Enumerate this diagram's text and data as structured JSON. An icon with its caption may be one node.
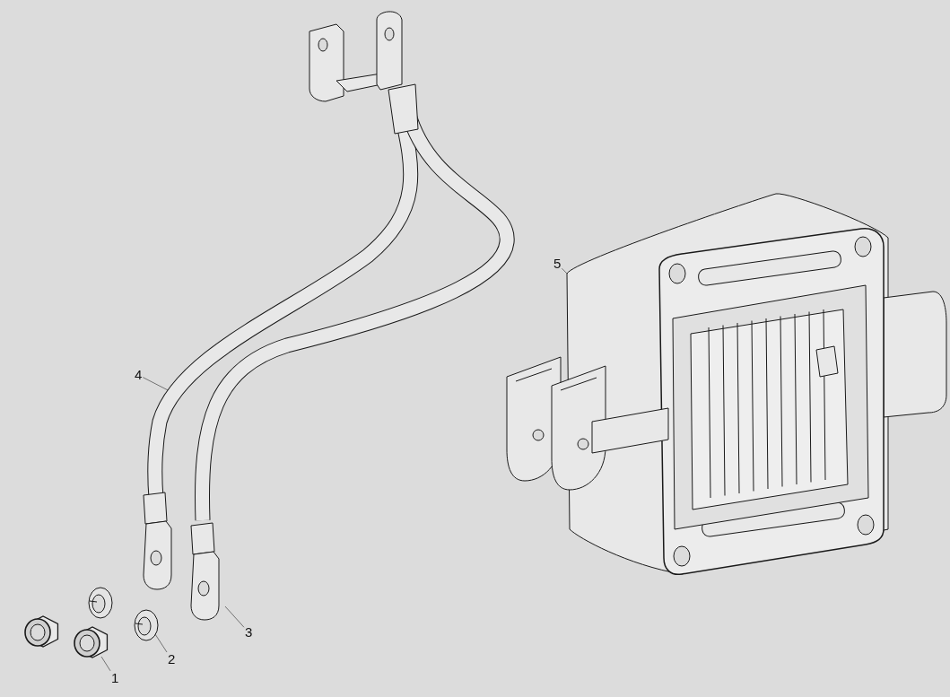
{
  "diagram": {
    "nodes": [
      {
        "text": [
          "1"
        ]
      },
      {
        "text": [
          "2"
        ]
      },
      {
        "text": [
          "3"
        ]
      },
      {
        "text": [
          "4"
        ]
      },
      {
        "text": [
          "5"
        ]
      },
      {
        "text": [],
        "shape": "picture"
      },
      {
        "text": [],
        "shape": "picture"
      },
      {
        "text": [],
        "shape": "picture"
      },
      {
        "text": [],
        "shape": "picture"
      },
      {
        "text": [],
        "shape": "picture"
      }
    ],
    "edges": [
      {
        "from": 0,
        "to": 5,
        "arrow": "none"
      },
      {
        "from": 1,
        "to": 6,
        "arrow": "none"
      },
      {
        "from": 2,
        "to": 7,
        "arrow": "none"
      },
      {
        "from": 3,
        "to": 8,
        "arrow": "none"
      },
      {
        "from": 4,
        "to": 9,
        "arrow": "none"
      }
    ]
  }
}
